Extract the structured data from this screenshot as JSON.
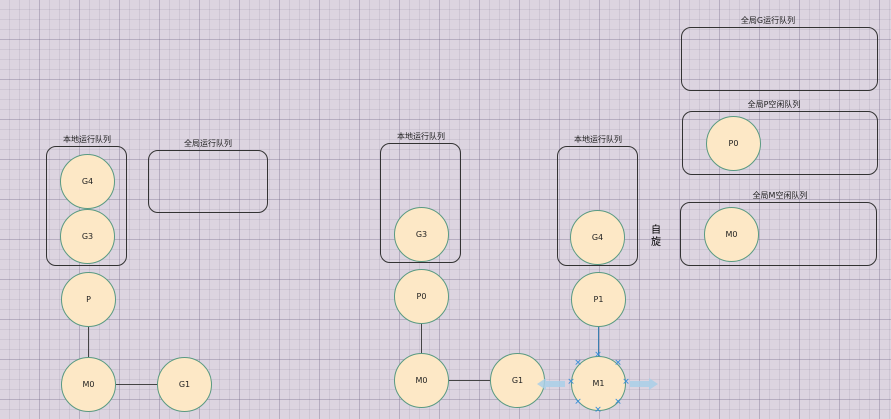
{
  "panel1": {
    "local_queue_label": "本地运行队列",
    "global_queue_label": "全局运行队列",
    "g4": "G4",
    "g3": "G3",
    "p": "P",
    "m0": "M0",
    "g1": "G1"
  },
  "panel2": {
    "local_queue_label": "本地运行队列",
    "g3": "G3",
    "p0": "P0",
    "m0": "M0",
    "g1": "G1"
  },
  "panel3": {
    "local_queue_label": "本地运行队列",
    "g4": "G4",
    "p1": "P1",
    "m1": "M1",
    "spin_label": "自旋"
  },
  "global": {
    "g_queue_label": "全局G运行队列",
    "p_idle_label": "全局P空闲队列",
    "p_idle_item": "P0",
    "m_idle_label": "全局M空闲队列",
    "m_idle_item": "M0"
  },
  "colors": {
    "node_fill": "#fde8c6",
    "node_stroke": "#5a9a82",
    "selection": "#3a8fd8"
  }
}
